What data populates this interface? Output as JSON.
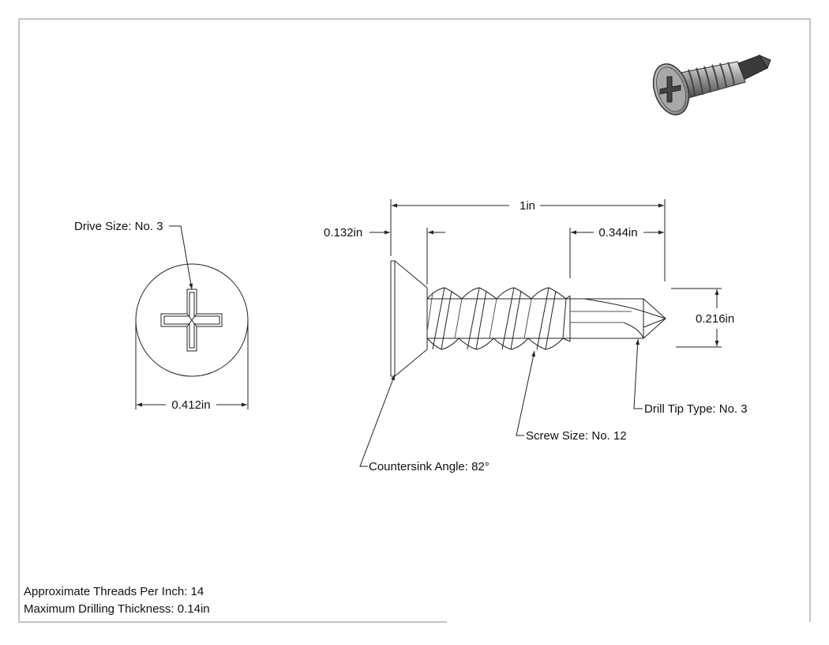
{
  "labels": {
    "drive_size": "Drive Size: No. 3",
    "head_diameter": "0.412in",
    "overall_length": "1in",
    "head_height": "0.132in",
    "drill_length": "0.344in",
    "thread_diameter": "0.216in",
    "drill_tip_type": "Drill Tip Type: No. 3",
    "screw_size": "Screw Size: No. 12",
    "countersink_angle": "Countersink Angle: 82°"
  },
  "notes": {
    "threads_per_inch": "Approximate Threads Per Inch: 14",
    "max_drilling_thickness": "Maximum Drilling Thickness: 0.14in"
  },
  "colors": {
    "line": "#222222",
    "border": "#8a8a8a",
    "iso_dark": "#3a3a3a",
    "iso_mid": "#8c8c8c",
    "iso_light": "#d0d0d0"
  }
}
